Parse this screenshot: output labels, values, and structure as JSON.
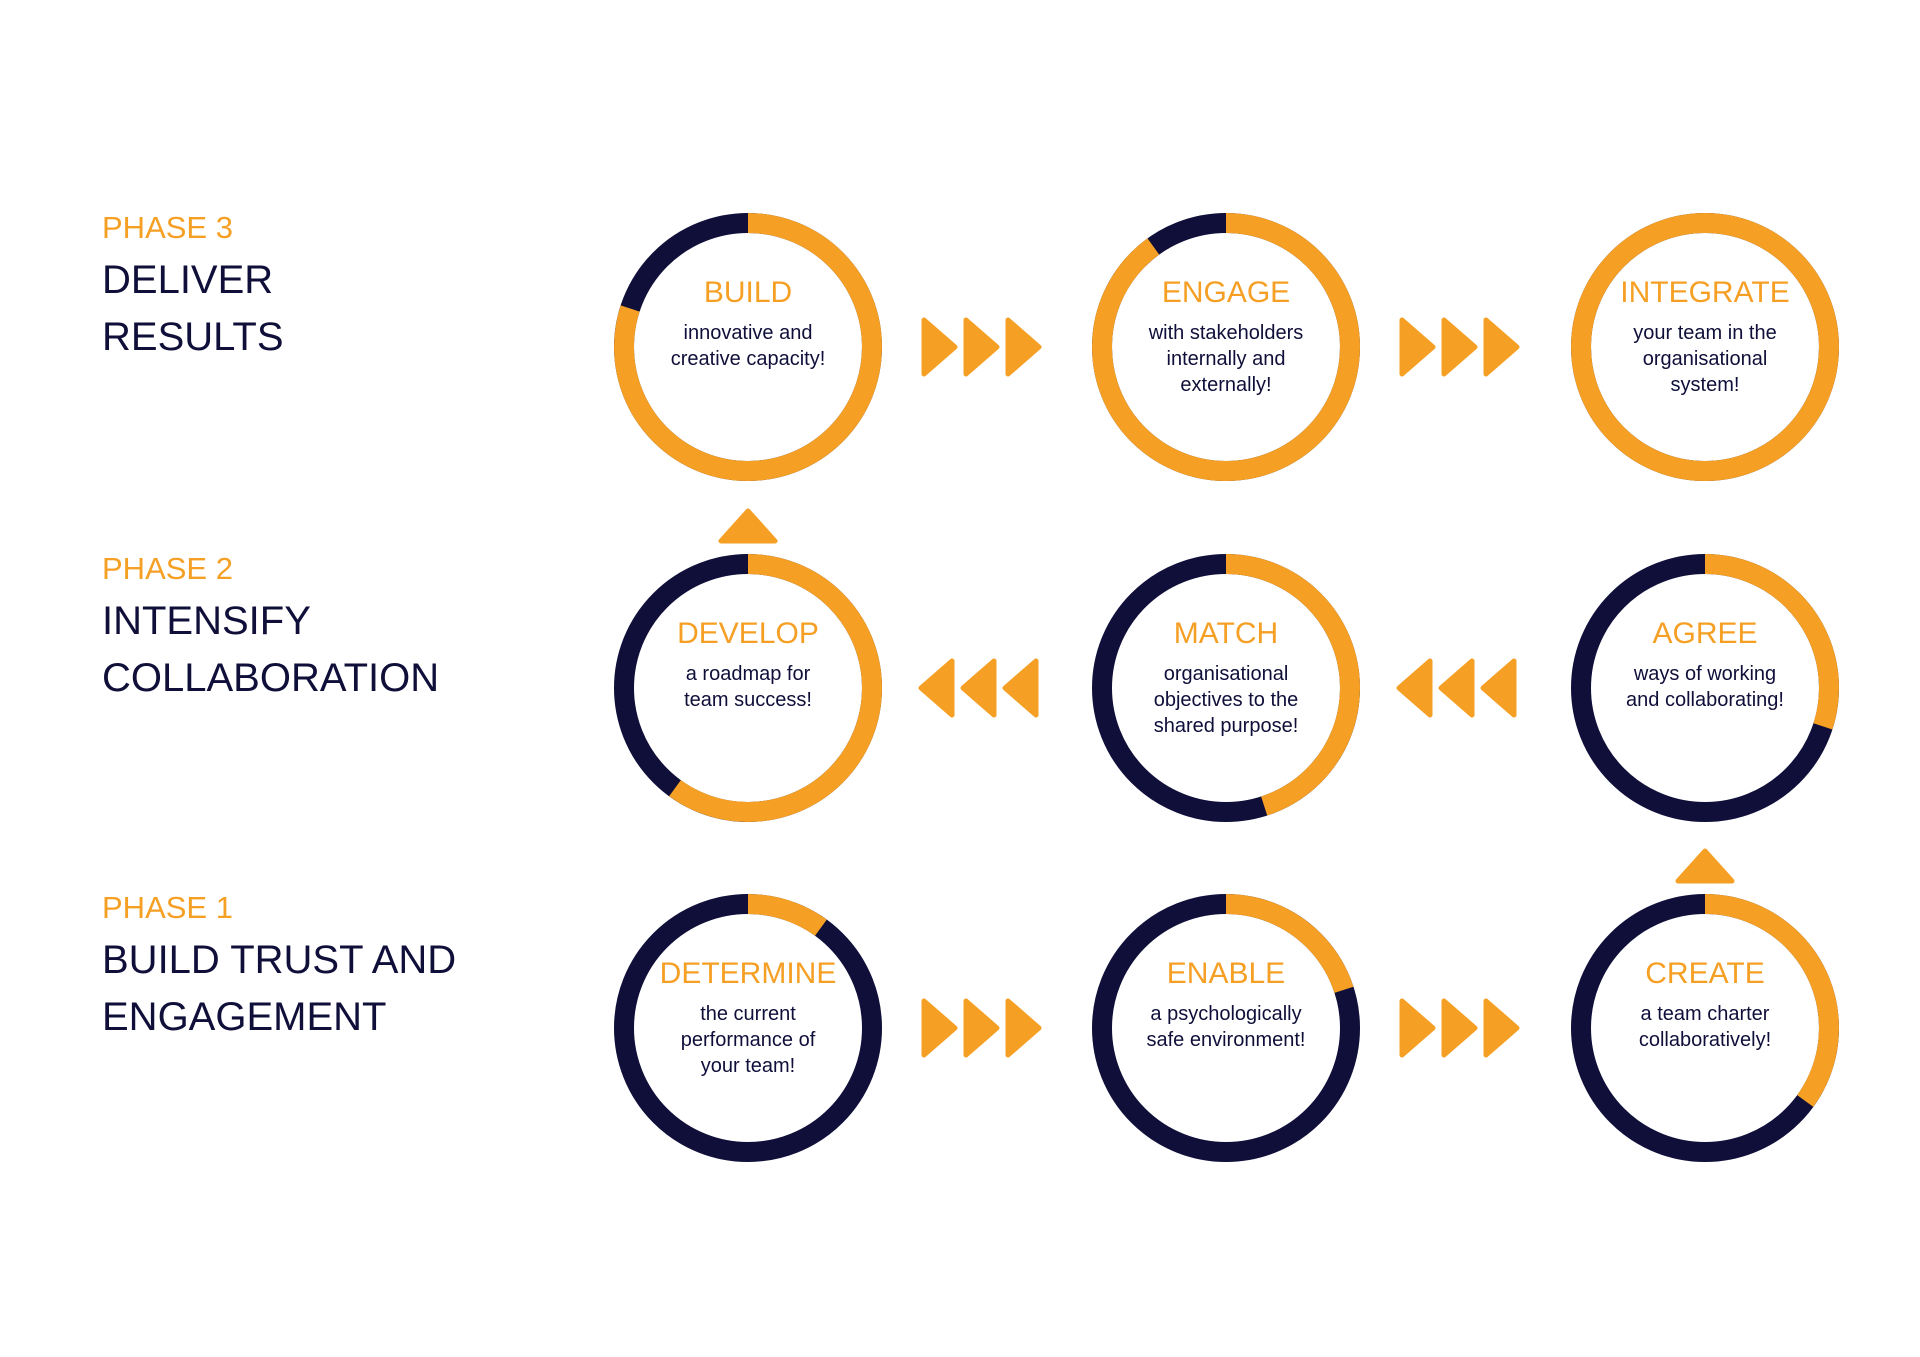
{
  "colors": {
    "accent": "#f5a025",
    "navy": "#0f0f3a",
    "background": "#ffffff"
  },
  "phases": [
    {
      "label": "PHASE 3",
      "title_lines": [
        "DELIVER",
        "RESULTS"
      ]
    },
    {
      "label": "PHASE 2",
      "title_lines": [
        "INTENSIFY",
        "COLLABORATION"
      ]
    },
    {
      "label": "PHASE 1",
      "title_lines": [
        "BUILD TRUST AND",
        "ENGAGEMENT"
      ]
    }
  ],
  "steps": [
    {
      "title": "BUILD",
      "lines": [
        "innovative and",
        "creative capacity!"
      ],
      "progress": 0.8
    },
    {
      "title": "ENGAGE",
      "lines": [
        "with stakeholders",
        "internally and",
        "externally!"
      ],
      "progress": 0.9
    },
    {
      "title": "INTEGRATE",
      "lines": [
        "your team in the",
        "organisational",
        "system!"
      ],
      "progress": 1.0
    },
    {
      "title": "DEVELOP",
      "lines": [
        "a roadmap for",
        "team success!"
      ],
      "progress": 0.6
    },
    {
      "title": "MATCH",
      "lines": [
        "organisational",
        "objectives to the",
        "shared purpose!"
      ],
      "progress": 0.45
    },
    {
      "title": "AGREE",
      "lines": [
        "ways of working",
        "and collaborating!"
      ],
      "progress": 0.3
    },
    {
      "title": "DETERMINE",
      "lines": [
        "the current",
        "performance of",
        "your team!"
      ],
      "progress": 0.1
    },
    {
      "title": "ENABLE",
      "lines": [
        "a psychologically",
        "safe environment!"
      ],
      "progress": 0.2
    },
    {
      "title": "CREATE",
      "lines": [
        "a team charter",
        "collaboratively!"
      ],
      "progress": 0.35
    }
  ]
}
